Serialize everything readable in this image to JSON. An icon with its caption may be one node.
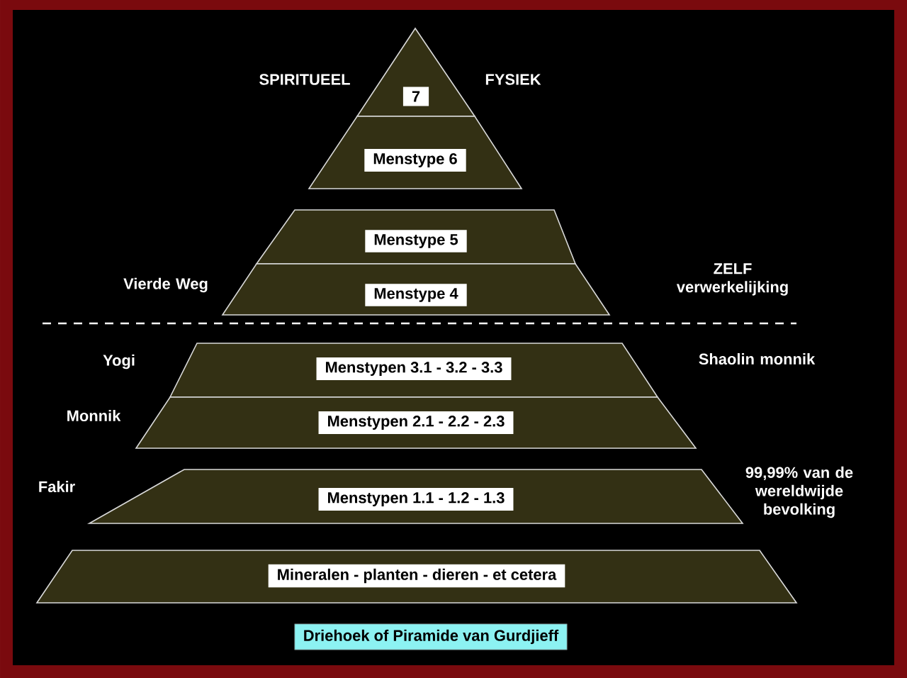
{
  "diagram": {
    "caption": "Driehoek of Piramide van Gurdjieff",
    "nodes": [
      {
        "text": [
          "7"
        ]
      },
      {
        "text": [
          "Menstype 6"
        ]
      },
      {
        "text": [
          "Menstype 5"
        ]
      },
      {
        "text": [
          "Menstype 4"
        ]
      },
      {
        "text": [
          "Menstypen 3.1 - 3.2 - 3.3"
        ]
      },
      {
        "text": [
          "Menstypen 2.1 - 2.2 - 2.3"
        ]
      },
      {
        "text": [
          "Menstypen 1.1 - 1.2 - 1.3"
        ]
      },
      {
        "text": [
          "Mineralen - planten - dieren - et cetera"
        ]
      }
    ],
    "labels": [
      "SPIRITUEEL",
      "FYSIEK",
      "Vierde Weg",
      "ZELF verwerkelijking",
      "Yogi",
      "Shaolin monnik",
      "Monnik",
      "Fakir",
      "99,99% van de wereldwijde bevolking"
    ]
  }
}
